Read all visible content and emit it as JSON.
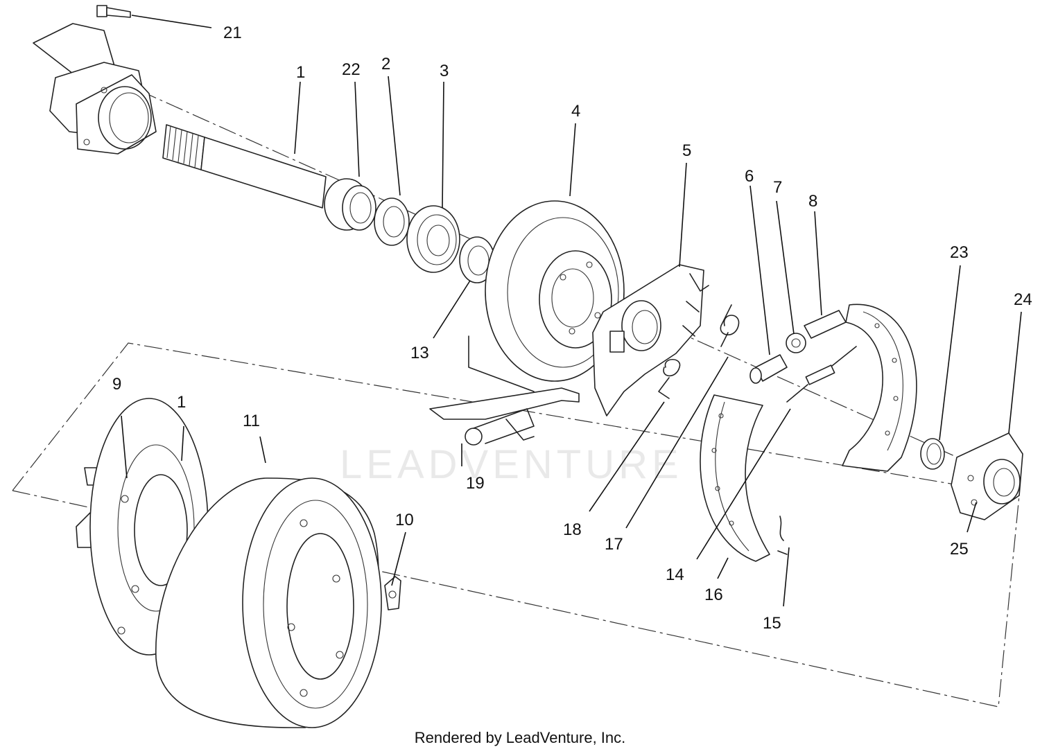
{
  "watermark": "LEADVENTURE",
  "footer": "Rendered by LeadVenture, Inc.",
  "callouts": {
    "c21": "21",
    "c1a": "1",
    "c22": "22",
    "c2": "2",
    "c3": "3",
    "c4": "4",
    "c5": "5",
    "c6": "6",
    "c7": "7",
    "c8": "8",
    "c23": "23",
    "c24": "24",
    "c13": "13",
    "c9": "9",
    "c1b": "1",
    "c11": "11",
    "c19": "19",
    "c10": "10",
    "c18": "18",
    "c17": "17",
    "c14": "14",
    "c16": "16",
    "c15": "15",
    "c25": "25"
  }
}
